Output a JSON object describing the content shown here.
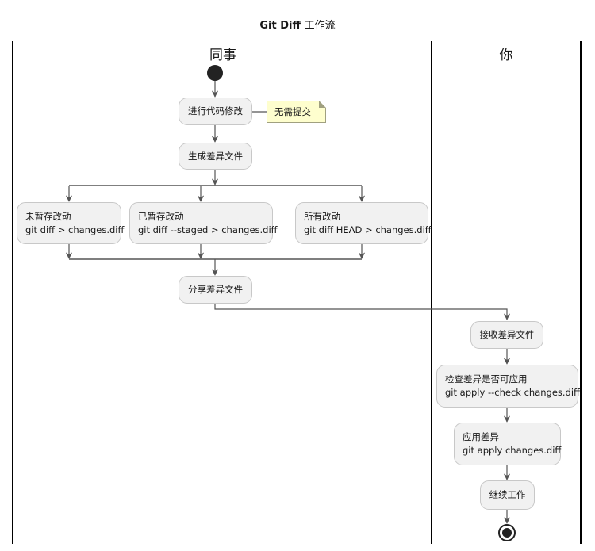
{
  "title_main": "Git Diff",
  "title_cn": "工作流",
  "lanes": {
    "colleague": "同事",
    "you": "你"
  },
  "colleague": {
    "modify": "进行代码修改",
    "note": "无需提交",
    "generate": "生成差异文件",
    "unstaged": {
      "label": "未暂存改动",
      "cmd": "git diff > changes.diff"
    },
    "staged": {
      "label": "已暂存改动",
      "cmd": "git diff --staged > changes.diff"
    },
    "all": {
      "label": "所有改动",
      "cmd": "git diff HEAD > changes.diff"
    },
    "share": "分享差异文件"
  },
  "you": {
    "receive": "接收差异文件",
    "check": {
      "label": "检查差异是否可应用",
      "cmd": "git apply --check changes.diff"
    },
    "apply": {
      "label": "应用差异",
      "cmd": "git apply changes.diff"
    },
    "continue": "继续工作"
  }
}
